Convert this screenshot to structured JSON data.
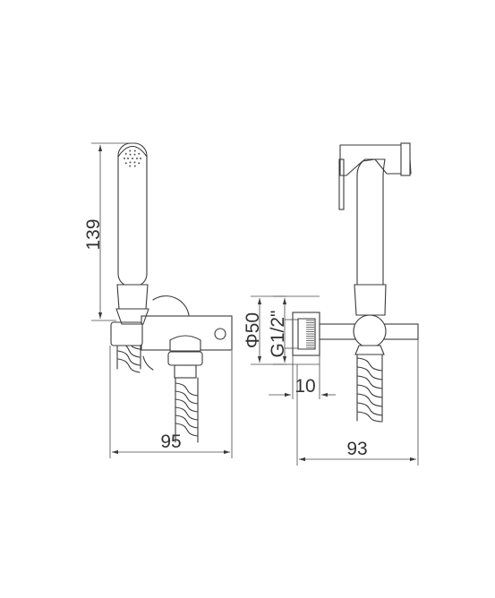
{
  "dimensions": {
    "height_139": "139",
    "width_95": "95",
    "width_93": "93",
    "depth_10": "10",
    "diameter_50": "Φ50",
    "thread_g12": "G1/2\""
  },
  "colors": {
    "line": "#3a3a3a",
    "background": "#ffffff"
  }
}
